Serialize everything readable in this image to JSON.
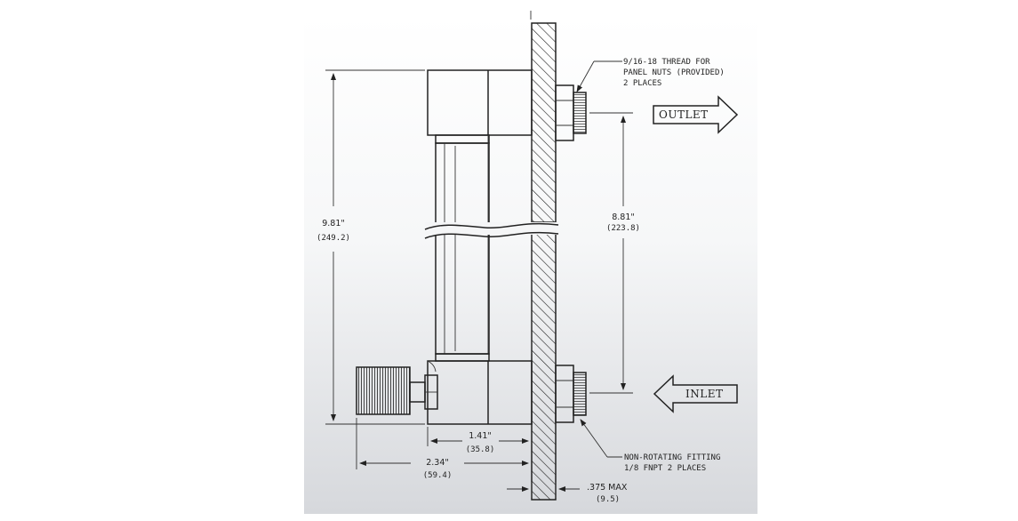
{
  "annotations": {
    "thread_note": [
      "9/16-18 THREAD FOR",
      "PANEL NUTS (PROVIDED)",
      "2 PLACES"
    ],
    "fitting_note": [
      "NON-ROTATING FITTING",
      "1/8 FNPT 2 PLACES"
    ]
  },
  "ports": {
    "outlet": "OUTLET",
    "inlet": "INLET"
  },
  "dimensions": {
    "overall_height": {
      "imperial": "9.81\"",
      "metric": "(249.2)"
    },
    "port_spacing": {
      "imperial": "8.81\"",
      "metric": "(223.8)"
    },
    "body_depth": {
      "imperial": "1.41\"",
      "metric": "(35.8)"
    },
    "overall_depth": {
      "imperial": "2.34\"",
      "metric": "(59.4)"
    },
    "panel_max": {
      "imperial": ".375 MAX",
      "metric": "(9.5)"
    }
  },
  "colors": {
    "background_top": "#ffffff",
    "background_bottom": "#d8dadd",
    "line": "#222222"
  }
}
